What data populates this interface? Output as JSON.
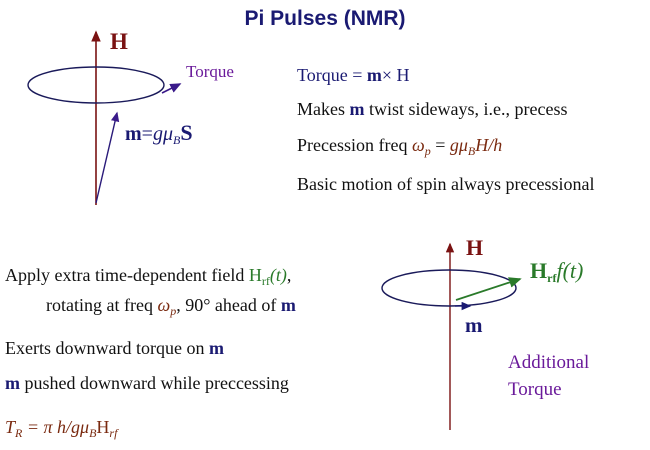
{
  "title": "Pi Pulses (NMR)",
  "diagram_top": {
    "h_label": "H",
    "torque_label": "Torque",
    "m_label": "m",
    "eq": "=",
    "g": "g",
    "mu": "μ",
    "mu_sub": "B",
    "s": "S"
  },
  "bullets_top": {
    "l1": {
      "a": "Torque = ",
      "m": "m",
      "x": "×",
      "h": "H"
    },
    "l2": {
      "a": "Makes ",
      "m": "m",
      "b": " twist sideways, i.e., precess"
    },
    "l3": {
      "a": "Precession freq ",
      "w": "ω",
      "wsub": "p",
      "eq": " = ",
      "expr": "gμ",
      "sub": "B",
      "rest": "H/h"
    },
    "l4": "Basic motion of spin always precessional"
  },
  "bullets_bottom": {
    "l1": {
      "a": "Apply extra time-dependent field ",
      "h": "H",
      "sub": "rf",
      "t": "(t)",
      "c": ","
    },
    "l2": {
      "a": "rotating at freq ",
      "w": "ω",
      "wsub": "p",
      "b": ", 90° ahead of ",
      "m": "m"
    },
    "l3": {
      "a": "Exerts downward torque on ",
      "m": "m"
    },
    "l4": {
      "m": "m",
      "b": " pushed downward while preccessing"
    },
    "l5": {
      "t": "T",
      "tsub": "R",
      "b": " = π h/gμ",
      "bsub": "B",
      "h": "H",
      "hsub": "rf"
    }
  },
  "diagram_bottom": {
    "h_label": "H",
    "hrf": "H",
    "hrf_sub": "rf",
    "ft": "f(t)",
    "m_label": "m",
    "additional": "Additional",
    "torque": "Torque"
  },
  "colors": {
    "field": "#7a1212",
    "moment": "#1a1a72",
    "torque": "#6a1a9a",
    "rf": "#2a7a2a"
  }
}
